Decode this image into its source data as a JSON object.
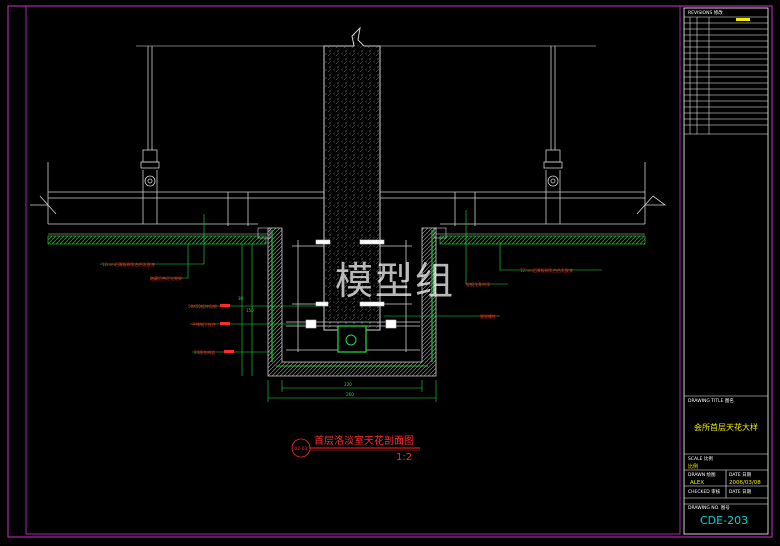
{
  "colors": {
    "background": "#000000",
    "frame": "#cc33cc",
    "white_lines": "#ffffff",
    "grey_lines": "#9a9a9a",
    "red": "#ff2a2a",
    "green": "#20e040",
    "yellow": "#f0f000",
    "cyan": "#00d0d0",
    "hatch_green": "#1a8a1a"
  },
  "watermark": "模型组",
  "section_title": {
    "ref": "02-03",
    "title": "首层洛淡室天花剖面图",
    "scale": "1:2"
  },
  "annotations": {
    "left_1": "12mm石膏板刷乳白色乳胶漆",
    "left_2": "暗藏灯带灯光效果",
    "left_3": "50X50镀锌角钢",
    "left_4": "不锈钢干挂件",
    "left_5": "20厚花岗岩",
    "right_1": "12mm石膏板刷乳白色乳胶漆",
    "right_2": "轻钢龙骨吊顶",
    "right_3": "膨胀螺栓"
  },
  "dimensions": {
    "inner_width": "220",
    "outer_width": "260",
    "vertical_1": "30",
    "vertical_2": "150"
  },
  "title_block": {
    "revisions_label": "REVISIONS 修改",
    "drawing_title_label": "DRAWING TITLE 图名",
    "drawing_title_value": "会所首层天花大样",
    "scale_label": "SCALE 比例",
    "scale_value": "比例",
    "drawn_label": "DRAWN 绘图",
    "drawn_value": "ALEX",
    "date_label": "DATE 日期",
    "date_value": "2006/03/08",
    "checked_label": "CHECKED 审核",
    "checked_date_label": "DATE 日期",
    "drawing_no_label": "DRAWING NO. 图号",
    "drawing_no_value": "CDE-203"
  }
}
